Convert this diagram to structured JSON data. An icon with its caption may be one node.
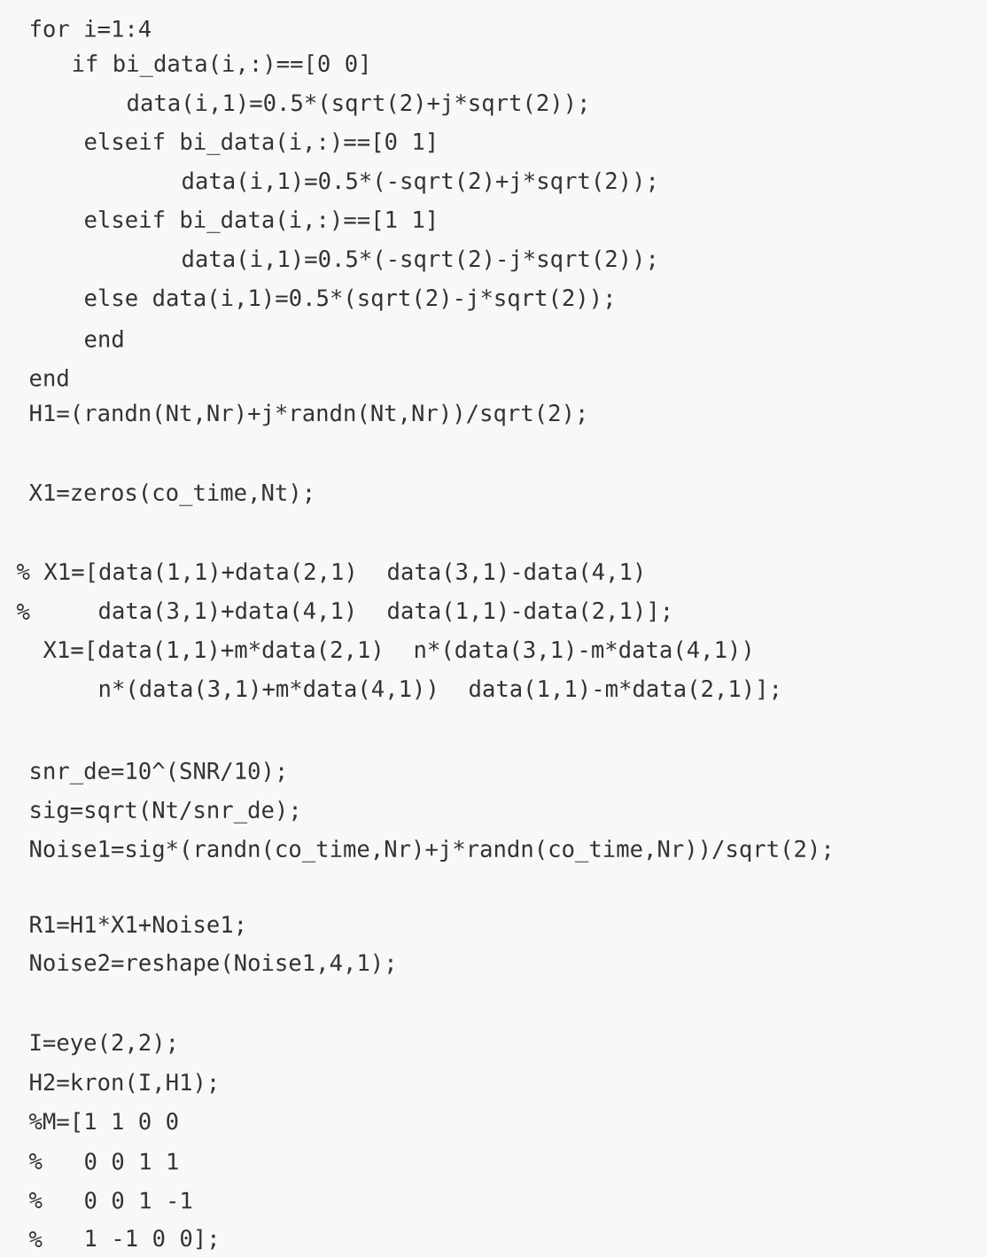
{
  "diagram": {
    "labels": [
      "for i=1:4",
      "if bi_data(i,:)==[0 0]",
      "data(i,1)=0.5*(sqrt(2)+j*sqrt(2));",
      "elseif bi_data(i,:)==[0 1]",
      "data(i,1)=0.5*(-sqrt(2)+j*sqrt(2));",
      "elseif bi_data(i,:)==[1 1]",
      "data(i,1)=0.5*(-sqrt(2)-j*sqrt(2));",
      "else data(i,1)=0.5*(sqrt(2)-j*sqrt(2));",
      "end",
      "end",
      "H1=(randn(Nt,Nr)+j*randn(Nt,Nr))/sqrt(2);",
      "X1=zeros(co_time,Nt);",
      "% X1=[data(1,1)+data(2,1)",
      "data(3,1)-data(4,1)",
      "%",
      "data(3,1)+data(4,1)",
      "data(1,1)-data(2,1)];",
      "X1=[data(1,1)+m*data(2,1)",
      "n*(data(3,1)-m*data(4,1))",
      "n*(data(3,1)+m*data(4,1))",
      "data(1,1)-m*data(2,1)];",
      "snr_de=10^(SNR/10);",
      "sig=sqrt(Nt/snr_de);",
      "Noise1=sig*(randn(co_time,Nr)+j*randn(co_time,Nr))/sqrt(2);",
      "R1=H1*X1+Noise1;",
      "Noise2=reshape(Noise1,4,1);",
      "I=eye(2,2);",
      "H2=kron(I,H1);",
      "%M=[1 1 0 0",
      "%",
      "0 0 1 1",
      "%",
      "0 0 1 -1",
      "%",
      "1 -1 0 0];"
    ]
  }
}
